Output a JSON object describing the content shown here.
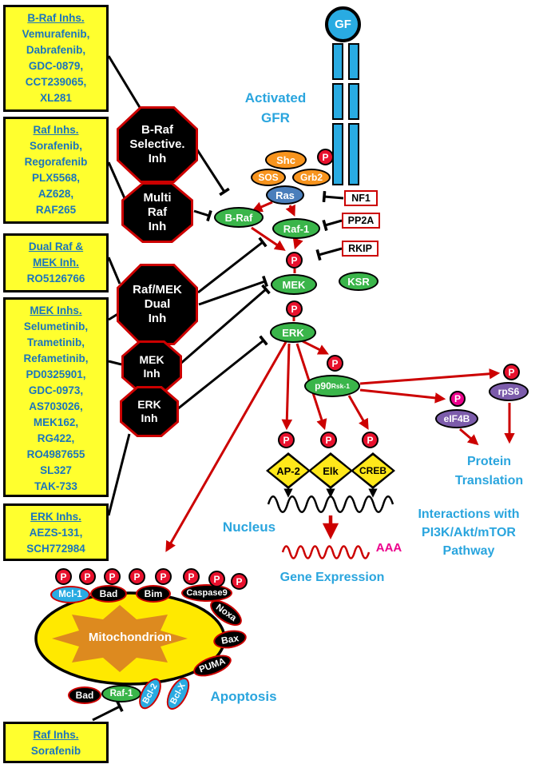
{
  "palette": {
    "box_yellow": "#ffff2e",
    "box_text_blue": "#1b75bc",
    "label_blue": "#2aa5de",
    "inhibitor_red": "#cc0000",
    "node_green": "#3ab54a",
    "node_orange": "#f7941e",
    "node_purple": "#7c5cab",
    "node_light_blue": "#29abe2",
    "phospho_red": "#e8112d",
    "phospho_magenta": "#ec008c",
    "mito_orange": "#dd8a1f"
  },
  "glyphs": {
    "p": "P"
  },
  "drug_boxes": [
    {
      "title_lines": [
        "B-Raf Inhs."
      ],
      "drugs": [
        "Vemurafenib,",
        "Dabrafenib,",
        "GDC-0879,",
        "CCT239065,",
        "XL281"
      ]
    },
    {
      "title_lines": [
        "Raf Inhs."
      ],
      "drugs": [
        "Sorafenib,",
        "Regorafenib",
        "PLX5568,",
        "AZ628,",
        "RAF265"
      ]
    },
    {
      "title_lines": [
        "Dual Raf &",
        "MEK Inh."
      ],
      "drugs": [
        "RO5126766"
      ]
    },
    {
      "title_lines": [
        "MEK Inhs."
      ],
      "drugs": [
        "Selumetinib,",
        "Trametinib,",
        "Refametinib,",
        "PD0325901,",
        "GDC-0973,",
        "AS703026,",
        "MEK162,",
        "RG422,",
        "RO4987655",
        "SL327",
        "TAK-733"
      ]
    },
    {
      "title_lines": [
        "ERK Inhs."
      ],
      "drugs": [
        "AEZS-131,",
        "SCH772984"
      ]
    },
    {
      "title_lines": [
        "Raf Inhs."
      ],
      "drugs": [
        "Sorafenib"
      ]
    }
  ],
  "octagons": [
    {
      "lines": [
        "B-Raf",
        "Selective.",
        "Inh"
      ]
    },
    {
      "lines": [
        "Multi",
        "Raf",
        "Inh"
      ]
    },
    {
      "lines": [
        "Raf/MEK",
        "Dual",
        "Inh"
      ]
    },
    {
      "lines": [
        "MEK",
        "Inh"
      ]
    },
    {
      "lines": [
        "ERK",
        "Inh"
      ]
    }
  ],
  "receptor": {
    "ligand": "GF",
    "label_line1": "Activated",
    "label_line2": "GFR"
  },
  "nodes": {
    "shc": "Shc",
    "sos": "SOS",
    "grb2": "Grb2",
    "ras": "Ras",
    "nf1": "NF1",
    "pp2a": "PP2A",
    "rkip": "RKIP",
    "ksr": "KSR",
    "braf": "B-Raf",
    "raf1": "Raf-1",
    "mek": "MEK",
    "erk": "ERK",
    "p90_base": "p90",
    "p90_sup": "Rsk-1",
    "eif4b": "eIF4B",
    "rps6": "rpS6",
    "ap2": "AP-2",
    "elk": "Elk",
    "creb": "CREB"
  },
  "mitochondrion": {
    "label": "Mitochondrion",
    "mcl1": "Mcl-1",
    "bad": "Bad",
    "bim": "Bim",
    "caspase9": "Caspase9",
    "noxa": "Noxa",
    "bax": "Bax",
    "puma": "PUMA",
    "bad2": "Bad",
    "raf1": "Raf-1",
    "bcl2": "Bcl-2",
    "bclx": "Bcl-X"
  },
  "labels": {
    "nucleus": "Nucleus",
    "gene_expression": "Gene Expression",
    "protein_translation_1": "Protein",
    "protein_translation_2": "Translation",
    "interactions_1": "Interactions with",
    "interactions_2": "PI3K/Akt/mTOR",
    "interactions_3": "Pathway",
    "apoptosis": "Apoptosis",
    "aaa": "AAA"
  }
}
